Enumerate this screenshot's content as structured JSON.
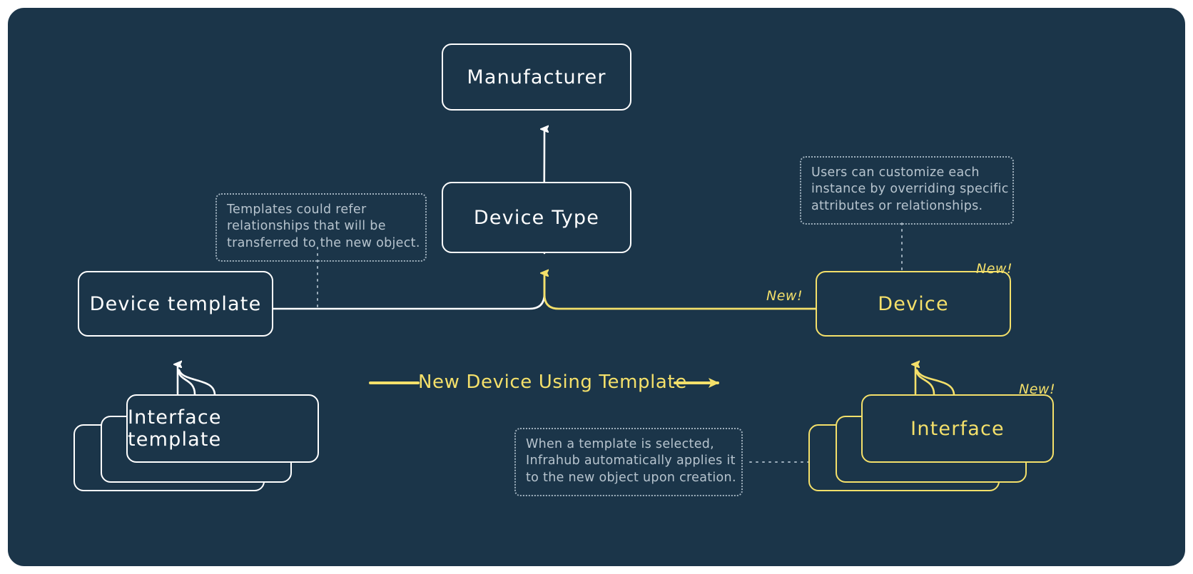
{
  "diagram": {
    "title": "Infrahub device template relationships",
    "background_color": "#1b3549",
    "frame_border_color": "#ffffff",
    "accent_color": "#f4e06a",
    "note_color": "#b7c4ce"
  },
  "nodes": {
    "manufacturer": {
      "label": "Manufacturer",
      "style": "white"
    },
    "device_type": {
      "label": "Device Type",
      "style": "white"
    },
    "device_template": {
      "label": "Device template",
      "style": "white"
    },
    "interface_template": {
      "label": "Interface template",
      "style": "white"
    },
    "device": {
      "label": "Device",
      "style": "yellow"
    },
    "interface": {
      "label": "Interface",
      "style": "yellow"
    }
  },
  "notes": {
    "templates_refer": {
      "lines": [
        "Templates could refer",
        "relationships that will be",
        "transferred to the new object."
      ]
    },
    "users_customize": {
      "lines": [
        "Users can customize each",
        "instance by overriding specific",
        "attributes or relationships."
      ]
    },
    "template_applied": {
      "lines": [
        "When a template is selected,",
        "Infrahub automatically applies it",
        "to the new object upon creation."
      ]
    }
  },
  "badges": {
    "device_new": "New!",
    "interface_new": "New!",
    "link_new": "New!"
  },
  "transition": {
    "label": "New Device Using Template"
  }
}
